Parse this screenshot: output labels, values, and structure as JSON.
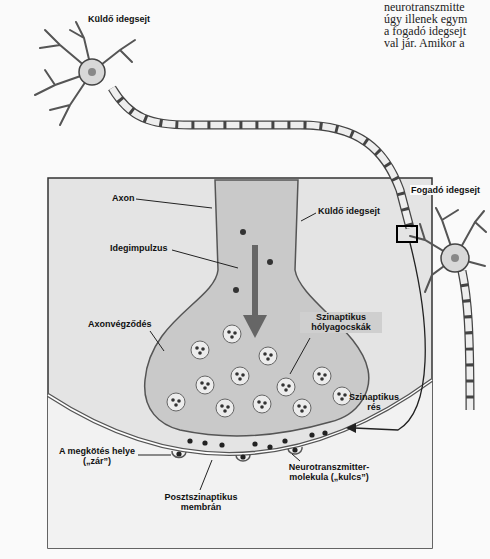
{
  "diagram": {
    "labels": [
      "neurotranszmitte",
      "úgy illenek egym",
      "a fogadó idegsejt",
      "val jár. Amikor a",
      "Küldő idegsejt",
      "Fogadó idegsejt",
      "Axon",
      "Küldő idegsejt",
      "Idegimpulzus",
      "Axonvégződés",
      "Szinaptikus hólyagocskák",
      "Szinaptikus rés",
      "A megkötés helye („zár”)",
      "Posztszinaptikus membrán",
      "Neurotranszmitter-molekula („kulcs”)"
    ]
  }
}
